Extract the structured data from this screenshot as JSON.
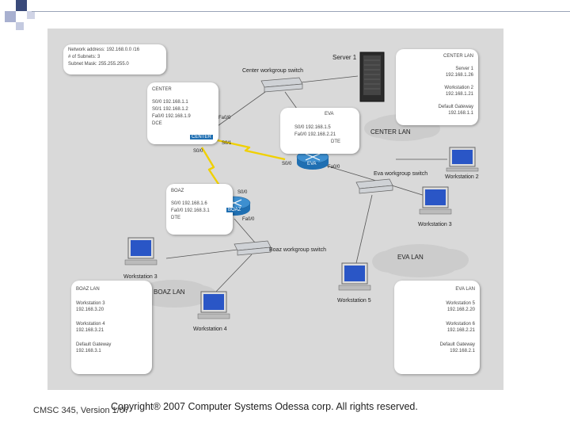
{
  "network_info": {
    "address": "Network address: 192.168.0.0 /16",
    "subnets": "# of Subnets: 3",
    "mask": "Subnet Mask: 255.255.255.0"
  },
  "center_box": {
    "title": "CENTER",
    "line1": "S0/0 192.168.1.1",
    "line2": "S0/1 192.168.1.2",
    "line3": "Fa0/0 192.168.1.9",
    "line4": "DCE"
  },
  "eva_box": {
    "title": "EVA",
    "line1": "S0/0 192.168.1.5",
    "line2": "Fa0/0 192.168.2.21",
    "line3": "DTE"
  },
  "boaz_box": {
    "title": "BOAZ",
    "line1": "S0/0 192.168.1.6",
    "line2": "Fa0/0 192.168.3.1",
    "line3": "DTE"
  },
  "center_lan_box": {
    "title": "CENTER LAN",
    "server1": "Server 1",
    "server1_ip": "192.168.1.26",
    "ws2": "Workstation 2",
    "ws2_ip": "192.168.1.21",
    "gw": "Default Gateway",
    "gw_ip": "192.168.1.1"
  },
  "boaz_lan_box": {
    "title": "BOAZ LAN",
    "ws3": "Workstation 3",
    "ws3_ip": "192.168.3.20",
    "ws4": "Workstation 4",
    "ws4_ip": "192.168.3.21",
    "gw": "Default Gateway",
    "gw_ip": "192.168.3.1"
  },
  "eva_lan_box": {
    "title": "EVA LAN",
    "ws5": "Workstation 5",
    "ws5_ip": "192.168.2.20",
    "ws6": "Workstation 6",
    "ws6_ip": "192.168.2.21",
    "gw": "Default Gateway",
    "gw_ip": "192.168.2.1"
  },
  "labels": {
    "server1": "Server 1",
    "center_switch": "Center workgroup switch",
    "center_lan_cloud": "CENTER LAN",
    "eva_switch": "Eva workgroup switch",
    "boaz_switch": "Boaz workgroup switch",
    "eva_lan_cloud": "EVA LAN",
    "boaz_lan_cloud": "BOAZ LAN",
    "ws2": "Workstation 2",
    "ws3_right": "Workstation 3",
    "ws3_left": "Workstation 3",
    "ws4": "Workstation 4",
    "ws5": "Workstation 5",
    "router_center": "CENTER",
    "router_eva": "EVA",
    "router_boaz": "BOAZ",
    "center_fa00": "Fa0/0",
    "center_s01": "S0/1",
    "center_s00": "S0/0",
    "eva_s00": "S0/0",
    "eva_fa00": "Fa0/0",
    "boaz_s00": "S0/0",
    "boaz_fa00": "Fa0/0"
  },
  "footer": {
    "left": "CMSC 345, Version 1/07",
    "copyright": "Copyright® 2007 Computer Systems Odessa corp. All rights reserved."
  },
  "colors": {
    "router": "#1f6fb2",
    "serial_link": "#f0d000",
    "deco_dark": "#3a4a7a",
    "deco_light": "#a8b0d0"
  }
}
